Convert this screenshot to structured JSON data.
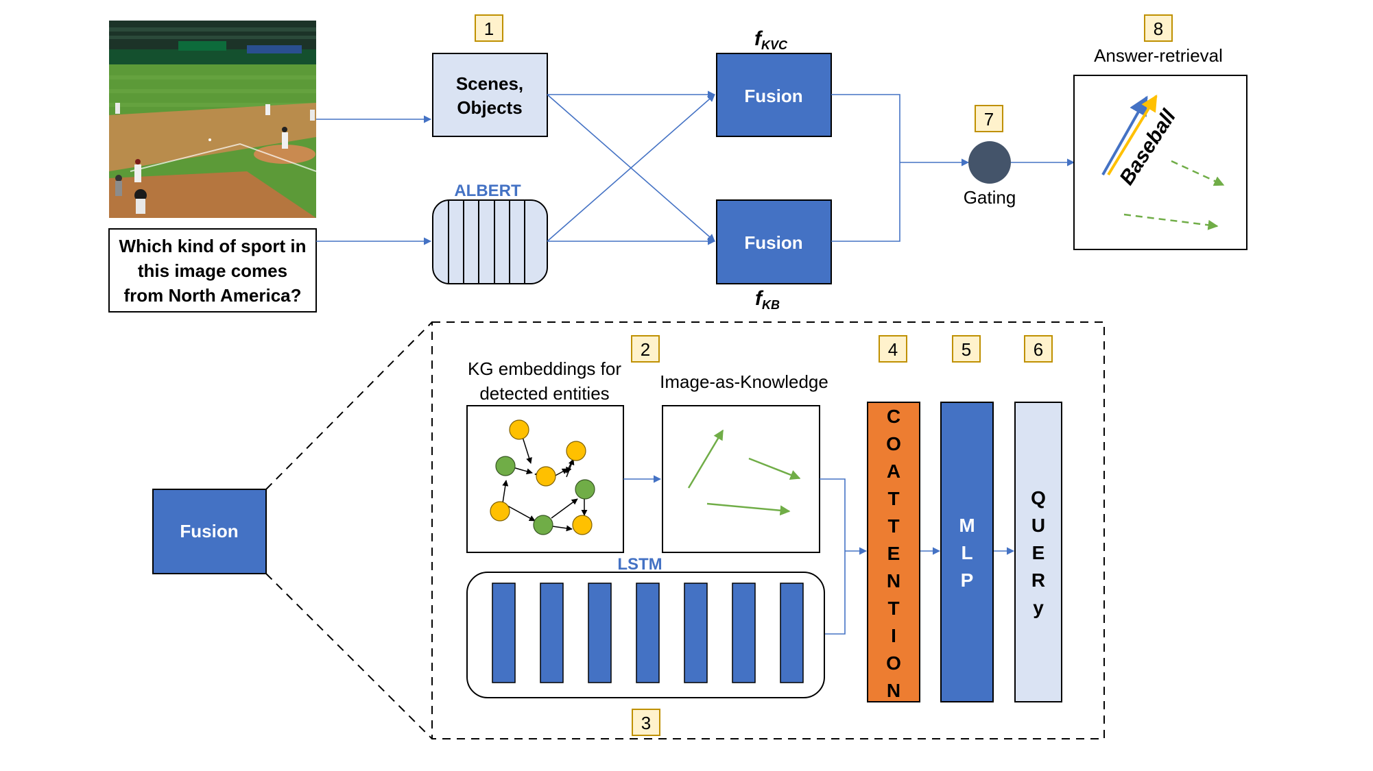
{
  "photo": {
    "alt": "baseball game photo",
    "sky_color": "#1f3a2a",
    "grass_color": "#5e9b3a",
    "dirt_color": "#c98a50"
  },
  "question": {
    "lines": [
      "Which kind of sport in",
      "this image comes",
      "from North America?"
    ]
  },
  "scenes_box": {
    "lines": [
      "Scenes,",
      "Objects"
    ]
  },
  "albert_label": "ALBERT",
  "fusion_top": {
    "label": "Fusion",
    "func": "f",
    "sub": "KVC"
  },
  "fusion_bottom": {
    "label": "Fusion",
    "func": "f",
    "sub": "KB"
  },
  "gating_label": "Gating",
  "answer": {
    "title": "Answer-retrieval",
    "word": "Baseball"
  },
  "badges": {
    "b1": "1",
    "b2": "2",
    "b3": "3",
    "b4": "4",
    "b5": "5",
    "b6": "6",
    "b7": "7",
    "b8": "8"
  },
  "fusion_zoom_label": "Fusion",
  "kg": {
    "lines": [
      "KG embeddings for",
      "detected entities"
    ]
  },
  "image_knowledge": "Image-as-Knowledge",
  "lstm_label": "LSTM",
  "coattention": [
    "C",
    "O",
    "A",
    "T",
    "T",
    "E",
    "N",
    "T",
    "I",
    "O",
    "N"
  ],
  "mlp": [
    "M",
    "L",
    "P"
  ],
  "query": [
    "Q",
    "U",
    "E",
    "R",
    "y"
  ],
  "colors": {
    "blue": "#4472C4",
    "light_blue": "#DAE3F3",
    "orange": "#ED7D31",
    "yellow": "#FFC000",
    "green": "#70AD47",
    "badge_fill": "#FFF2CC",
    "badge_stroke": "#BF9000",
    "gate": "#44546A"
  }
}
